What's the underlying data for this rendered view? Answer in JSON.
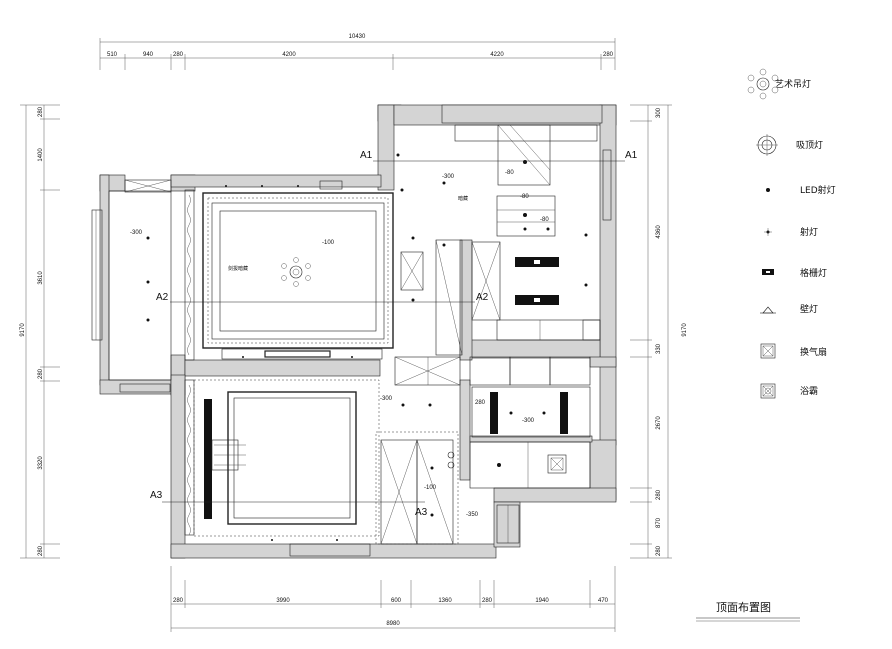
{
  "dimensions": {
    "top_total": "10430",
    "top_segments": [
      "510",
      "940",
      "280",
      "4200",
      "4220",
      "280"
    ],
    "bottom_total": "8980",
    "bottom_segments": [
      "280",
      "3990",
      "600",
      "1360",
      "280",
      "1940",
      "470"
    ],
    "left_total": "9170",
    "left_segments": [
      "280",
      "1400",
      "3610",
      "280",
      "3320",
      "280"
    ],
    "right_total": "9170",
    "right_segments": [
      "300",
      "4360",
      "330",
      "2670",
      "280",
      "870",
      "280"
    ]
  },
  "sections": {
    "a1_left": "A1",
    "a1_right": "A1",
    "a2_left": "A2",
    "a2_right": "A2",
    "a3_left": "A3",
    "a3_right": "A3"
  },
  "elevations": [
    "-300",
    "-100",
    "-300",
    "-80",
    "-80",
    "-80",
    "-300",
    "-300",
    "-100",
    "-350"
  ],
  "height_label_280": "280",
  "room_labels": {
    "living_tag": "剑拔暗藏",
    "kitchen_tag": "暗藏"
  },
  "legend": [
    {
      "icon": "chandelier-icon",
      "label": "艺术吊灯"
    },
    {
      "icon": "ceiling-light-icon",
      "label": "吸顶灯"
    },
    {
      "icon": "led-spot-icon",
      "label": "LED射灯"
    },
    {
      "icon": "spotlight-icon",
      "label": "射灯"
    },
    {
      "icon": "grille-light-icon",
      "label": "格栅灯"
    },
    {
      "icon": "wall-lamp-icon",
      "label": "壁灯"
    },
    {
      "icon": "exhaust-fan-icon",
      "label": "换气扇"
    },
    {
      "icon": "bath-heater-icon",
      "label": "浴霸"
    }
  ],
  "drawing_title": "顶面布置图"
}
